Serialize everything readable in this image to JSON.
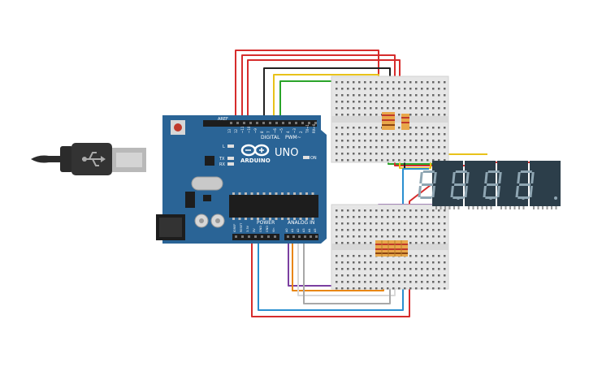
{
  "canvas": {
    "background": "#ffffff"
  },
  "arduino": {
    "brand_text": "ARDUINO",
    "model_text": "UNO",
    "digital_label": "DIGITAL",
    "pwm_label": "PWM~",
    "power_label": "POWER",
    "analog_label": "ANALOG IN",
    "led_l_label": "L",
    "led_tx_label": "TX",
    "led_rx_label": "RX",
    "on_label": "ON",
    "aref_label": "AREF",
    "gnd_label": "GND",
    "digital_pins": [
      "13",
      "12",
      "~11",
      "~10",
      "~9",
      "8",
      "7",
      "~6",
      "~5",
      "4",
      "~3",
      "2",
      "TX→1",
      "RX←0"
    ],
    "power_pins": [
      "IOREF",
      "RESET",
      "3.3V",
      "5V",
      "GND",
      "GND",
      "Vin"
    ],
    "analog_pins": [
      "A0",
      "A1",
      "A2",
      "A3",
      "A4",
      "A5"
    ],
    "board_color": "#2a6496",
    "icons": {
      "usb": "usb-plug-icon",
      "logo": "infinity-logo-icon",
      "power_jack": "dc-jack-icon"
    }
  },
  "breadboards": [
    {
      "name": "top"
    },
    {
      "name": "bottom"
    }
  ],
  "display": {
    "digits": 4,
    "shown_glyph": "8.",
    "segment_color": "#2c3e4a"
  },
  "wire_colors": {
    "red": "#d62c2c",
    "black": "#222222",
    "yellow": "#e8c21a",
    "green": "#2aa42a",
    "orange": "#e8860e",
    "purple": "#7b3fa0",
    "blue": "#2a8fd0",
    "white": "#d9d9d9",
    "gray": "#a8a8a8"
  }
}
